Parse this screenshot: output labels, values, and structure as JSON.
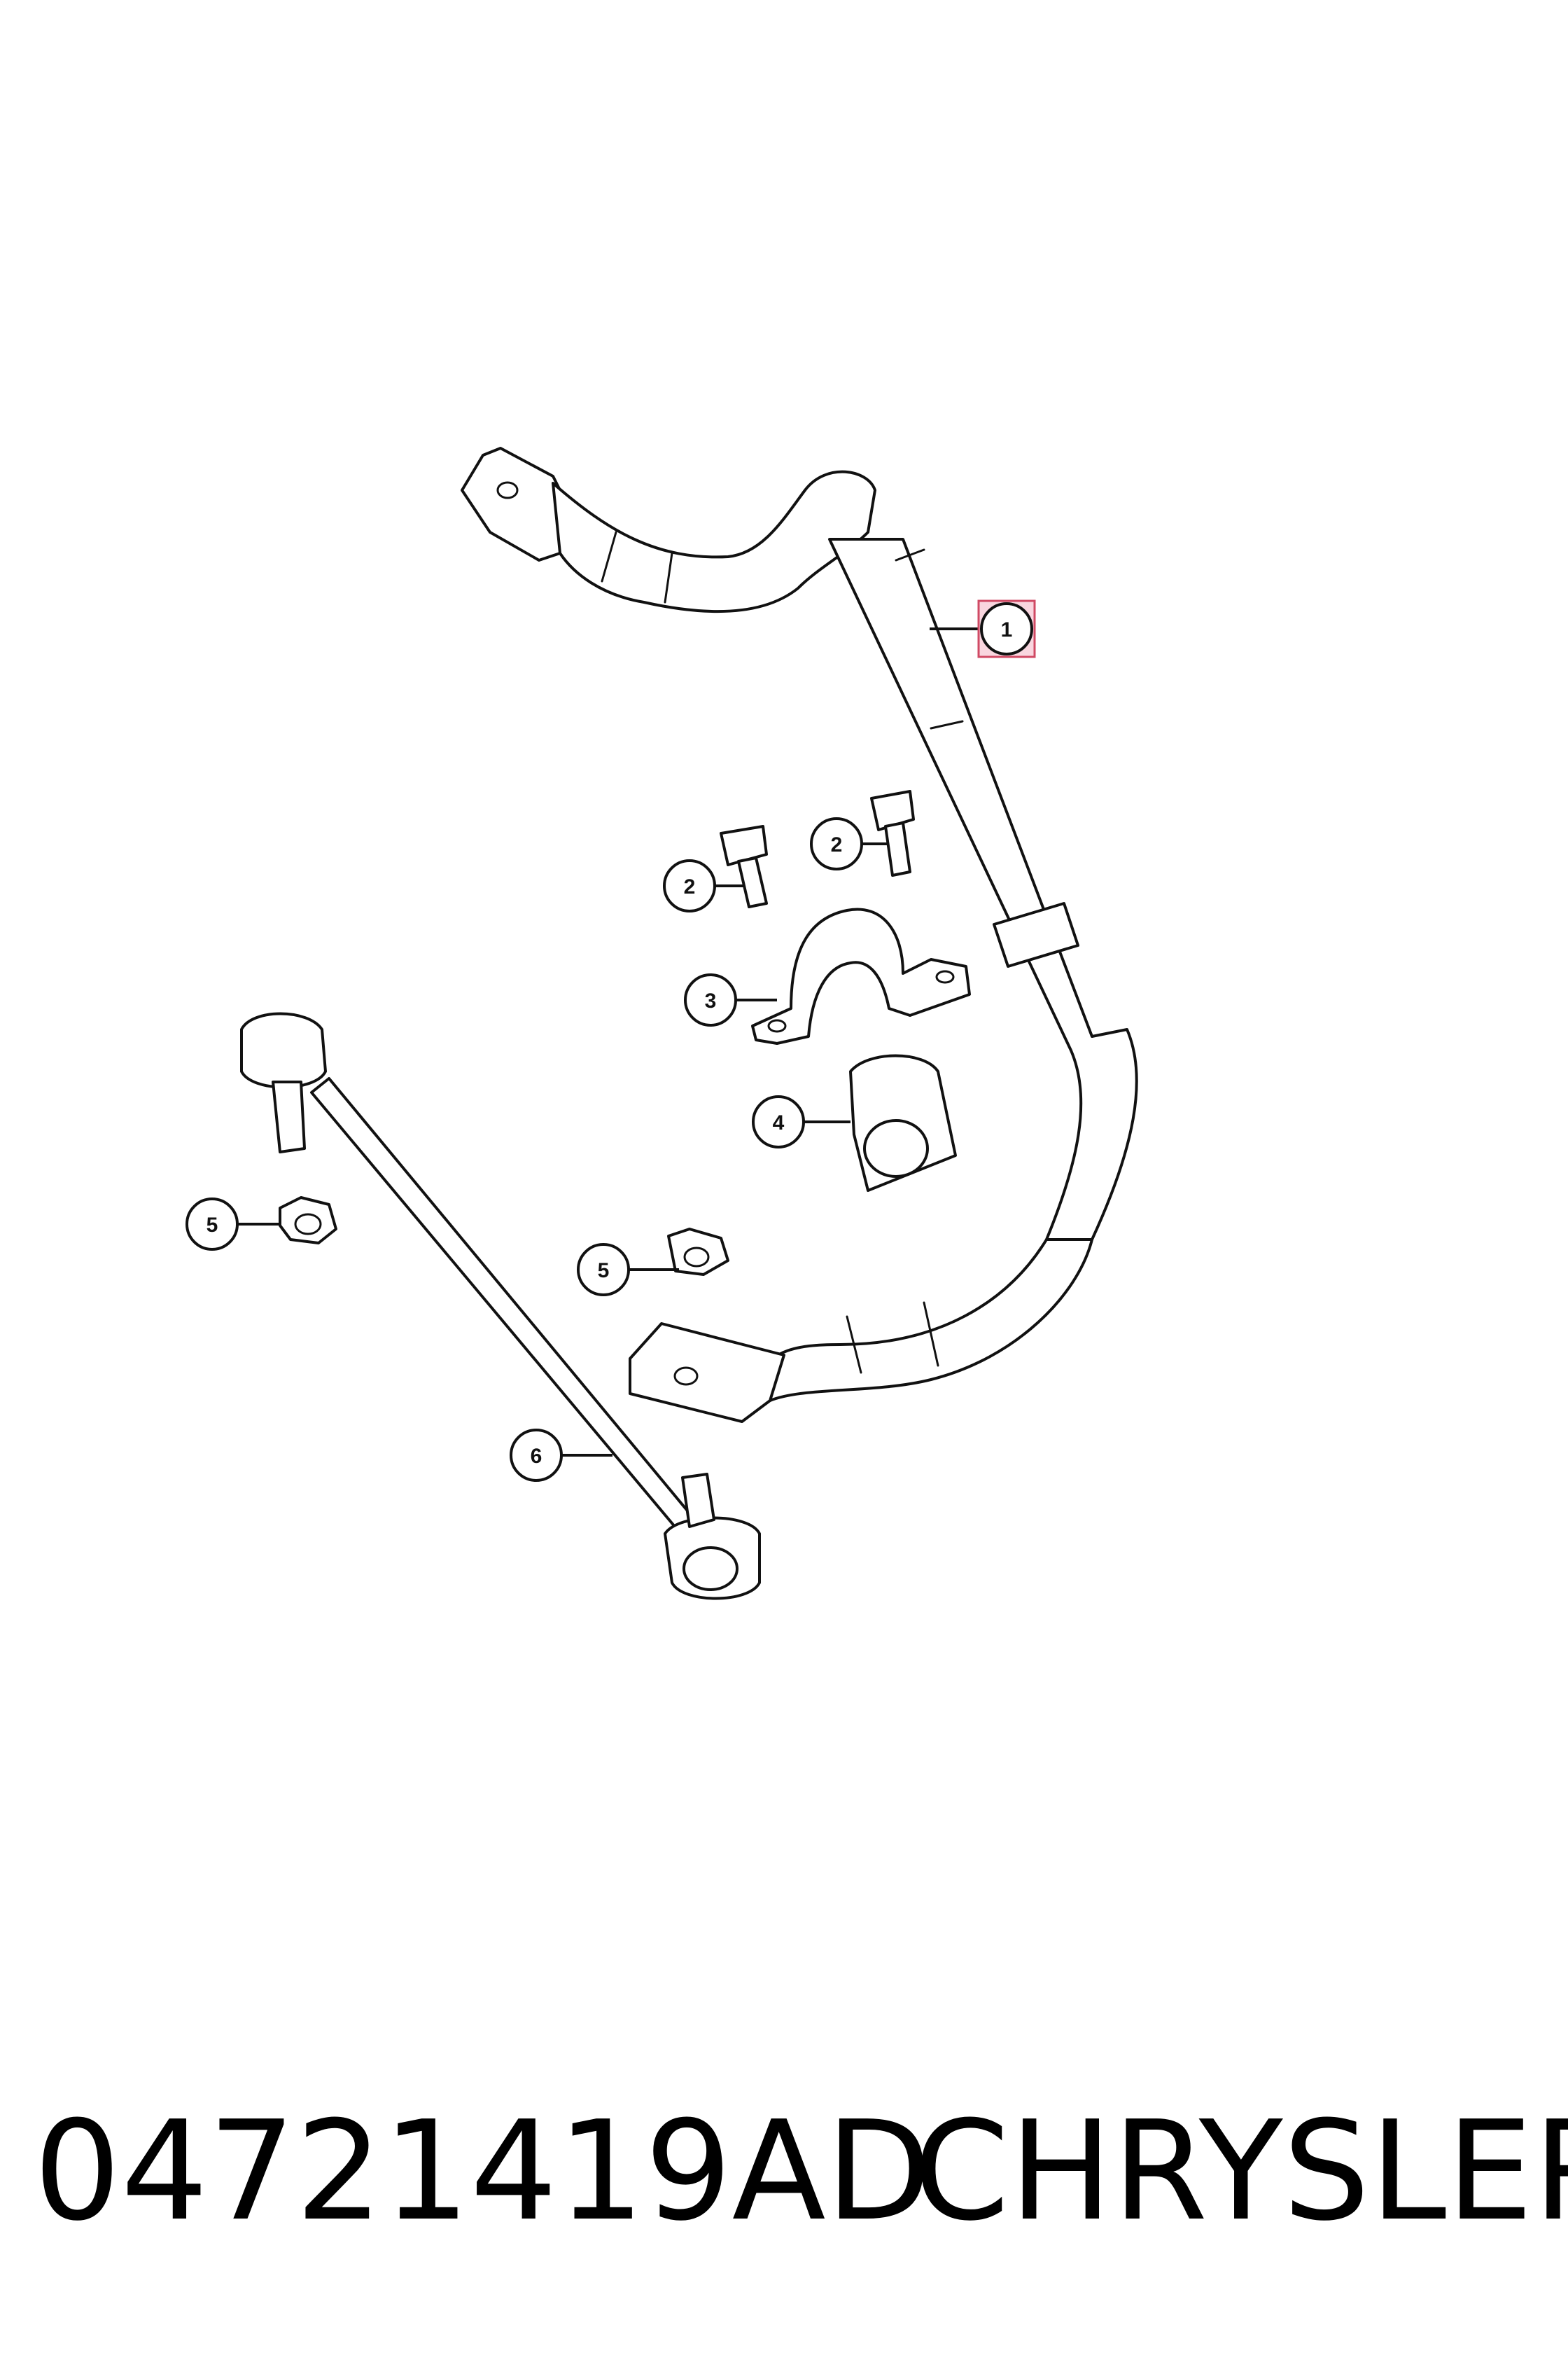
{
  "callouts": [
    {
      "id": "callout-1",
      "label": "1"
    },
    {
      "id": "callout-2a",
      "label": "2"
    },
    {
      "id": "callout-2b",
      "label": "2"
    },
    {
      "id": "callout-3",
      "label": "3"
    },
    {
      "id": "callout-4",
      "label": "4"
    },
    {
      "id": "callout-5a",
      "label": "5"
    },
    {
      "id": "callout-5b",
      "label": "5"
    },
    {
      "id": "callout-6",
      "label": "6"
    }
  ],
  "footer": {
    "part_number": "04721419AD",
    "brand": "CHRYSLER"
  },
  "colors": {
    "line": "#111111",
    "background": "#ffffff",
    "highlight_fill": "#f9d6df",
    "highlight_stroke": "#d04a64"
  }
}
